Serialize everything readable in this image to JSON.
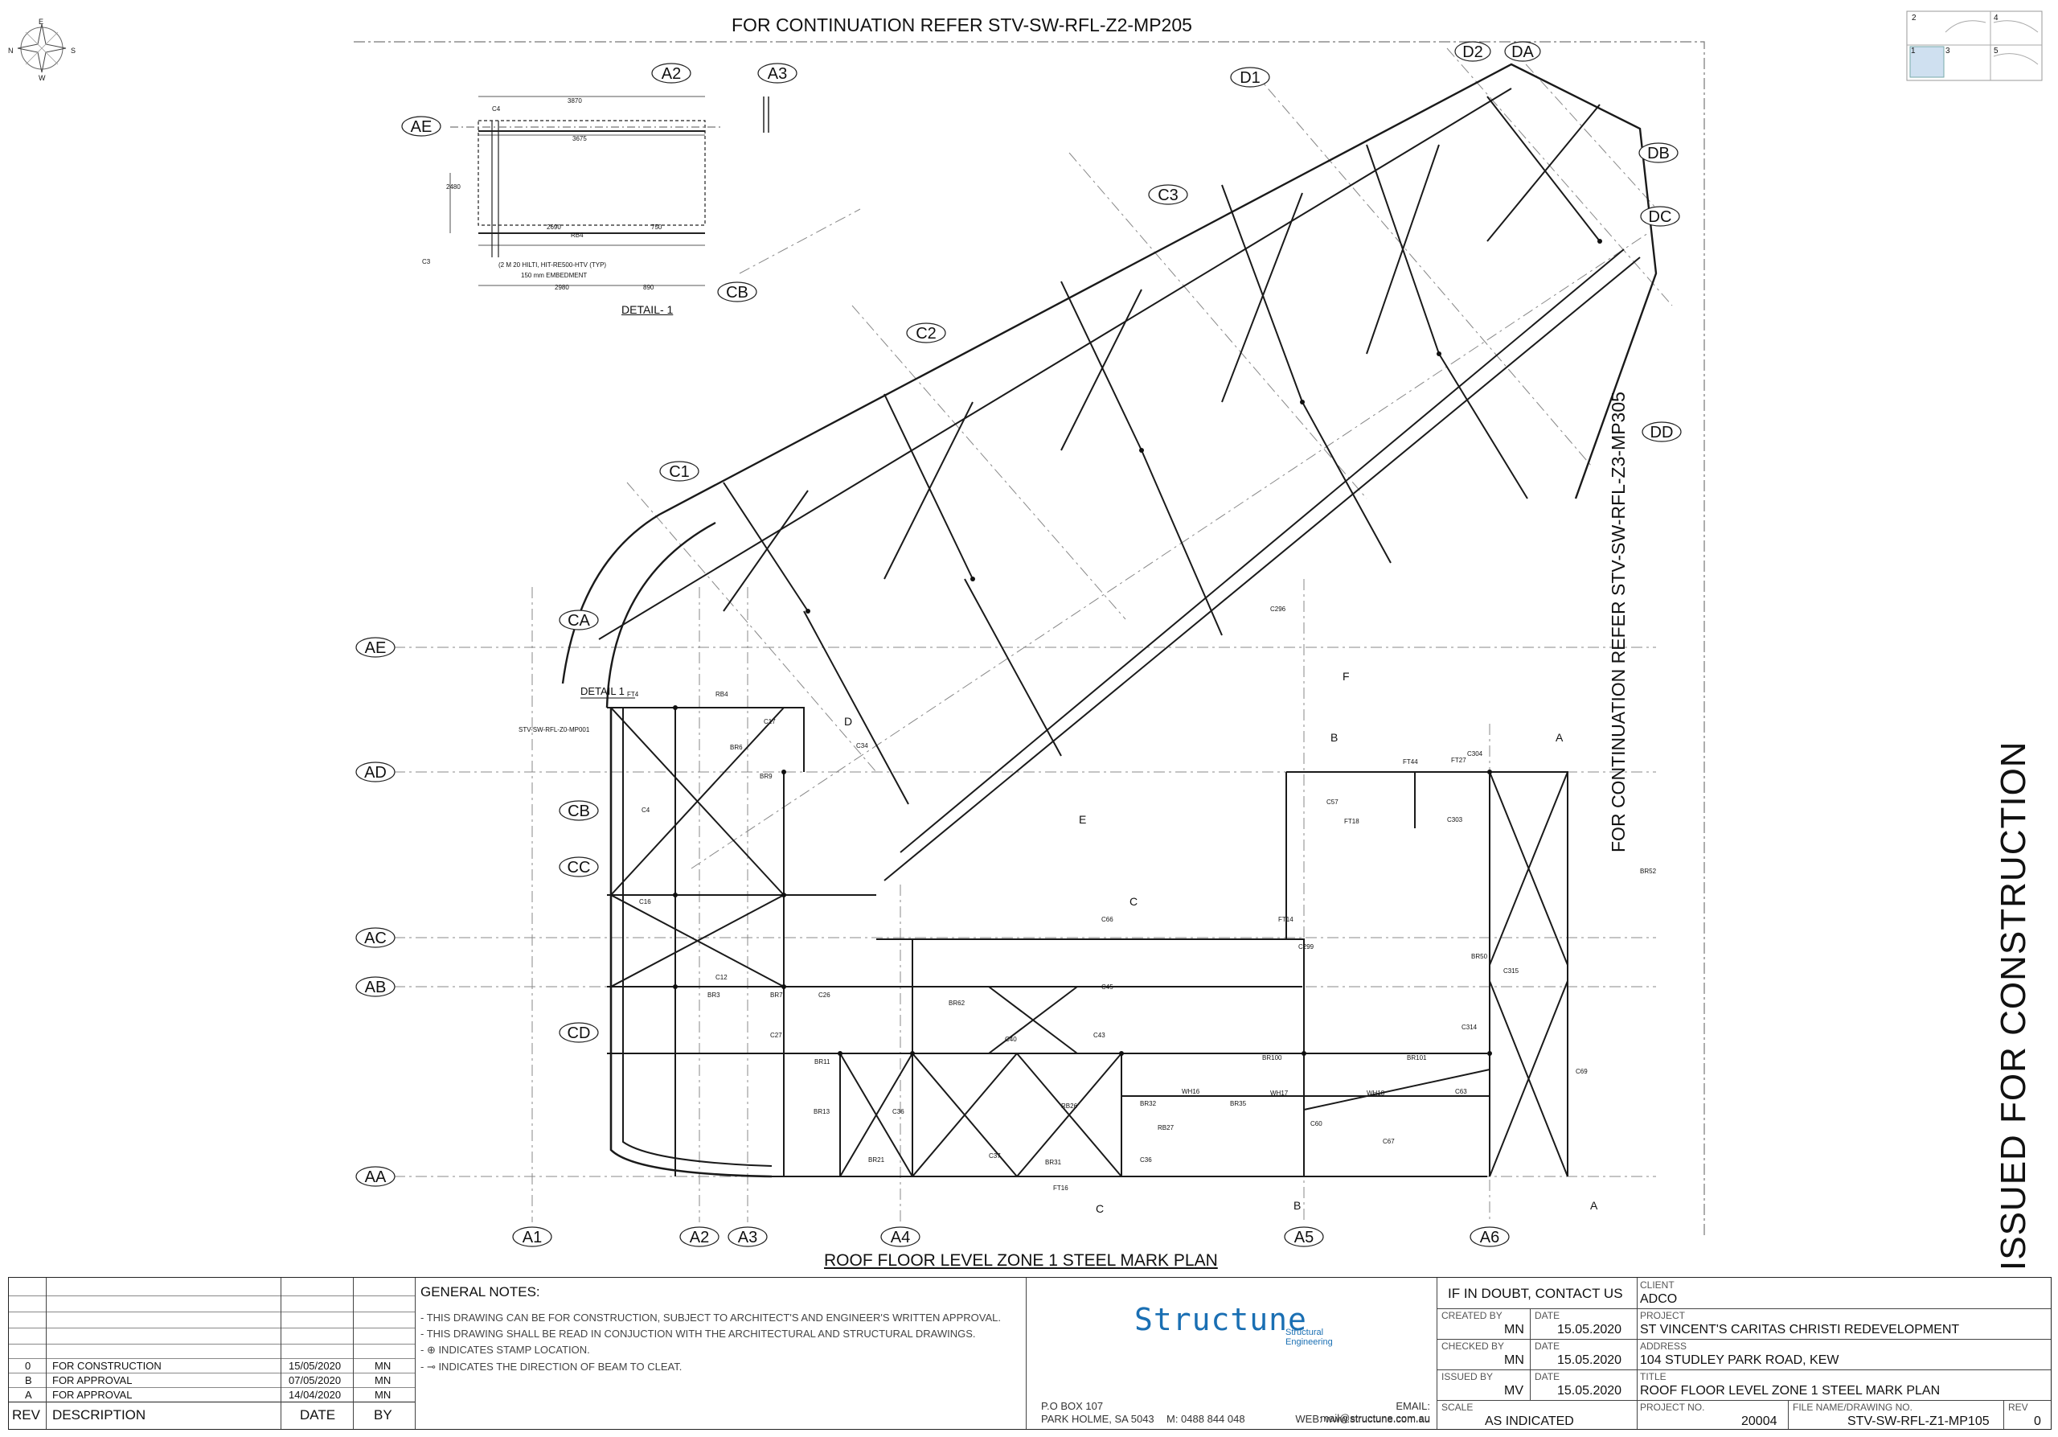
{
  "header": {
    "top_reference": "FOR CONTINUATION REFER STV-SW-RFL-Z2-MP205",
    "side_reference": "FOR CONTINUATION REFER STV-SW-RFL-Z3-MP305",
    "issued_stamp": "ISSUED FOR CONSTRUCTION"
  },
  "plan": {
    "title": "ROOF FLOOR LEVEL ZONE 1 STEEL MARK PLAN",
    "detail_title": "DETAIL- 1",
    "detail_ref_label": "DETAIL 1",
    "detail_ref_sheet": "STV-SW-RFL-Z0-MP001",
    "detail_dims": [
      "3870",
      "3675",
      "2690",
      "750",
      "2980",
      "890",
      "2480"
    ],
    "detail_notes": [
      "C4",
      "RB4",
      "C3",
      "(2 M 20 HILTI, HIT-RE500-HTV (TYP)",
      "150 mm EMBEDMENT"
    ],
    "grid_left": [
      "AE",
      "AD",
      "AC",
      "AB",
      "AA"
    ],
    "grid_curve": [
      "CA",
      "CB",
      "CC",
      "CD"
    ],
    "grid_bottom": [
      "A1",
      "A2",
      "A3",
      "A4",
      "A5",
      "A6"
    ],
    "grid_top": [
      "A2",
      "A3"
    ],
    "grid_diag": [
      "C1",
      "C2",
      "C3",
      "CB",
      "D1",
      "D2",
      "DA",
      "DB",
      "DC",
      "DD"
    ],
    "section_marks": [
      "B",
      "A",
      "C",
      "D",
      "E",
      "F"
    ],
    "member_labels": [
      "FT4",
      "RB4",
      "C17",
      "C34",
      "BR6",
      "BR9",
      "C4",
      "C16",
      "C12",
      "BR3",
      "BR7",
      "C27",
      "C26",
      "BR11",
      "BR13",
      "BR21",
      "C36",
      "C37",
      "C40",
      "C43",
      "BR31",
      "BR32",
      "BR35",
      "C36",
      "C45",
      "BR100",
      "BR101",
      "C57",
      "C60",
      "C63",
      "C66",
      "FT14",
      "FT16",
      "FT18",
      "FT27",
      "FT44",
      "C303",
      "C304",
      "C314",
      "C315",
      "BR50",
      "BR52",
      "RB26",
      "RB27",
      "WH16",
      "WH17",
      "WH18",
      "C67",
      "C69",
      "BR62",
      "C296",
      "C299"
    ]
  },
  "title_block": {
    "revisions": [
      {
        "rev": "0",
        "description": "FOR CONSTRUCTION",
        "date": "15/05/2020",
        "by": "MN"
      },
      {
        "rev": "B",
        "description": "FOR APPROVAL",
        "date": "07/05/2020",
        "by": "MN"
      },
      {
        "rev": "A",
        "description": "FOR APPROVAL",
        "date": "14/04/2020",
        "by": "MN"
      }
    ],
    "rev_headers": {
      "rev": "REV",
      "description": "DESCRIPTION",
      "date": "DATE",
      "by": "BY"
    },
    "general_notes_heading": "GENERAL NOTES:",
    "notes": [
      "- THIS DRAWING CAN BE FOR CONSTRUCTION, SUBJECT TO ARCHITECT'S AND ENGINEER'S WRITTEN APPROVAL.",
      "- THIS DRAWING SHALL BE READ IN CONJUCTION WITH THE ARCHITECTURAL AND STRUCTURAL DRAWINGS.",
      "- ⊕ INDICATES STAMP LOCATION.",
      "- ⊸ INDICATES THE DIRECTION OF BEAM TO CLEAT."
    ],
    "company": {
      "logo_text": "Structune",
      "logo_sub1": "Structural",
      "logo_sub2": "Engineering",
      "po_box": "P.O BOX 107",
      "address": "PARK HOLME, SA 5043",
      "mobile": "M:   0488 844 048",
      "email": "EMAIL: mail@structune.com.au",
      "web": "WEB: www.structune.com.au"
    },
    "if_in_doubt": "IF IN DOUBT, CONTACT US",
    "created_by_label": "CREATED BY",
    "created_by": "MN",
    "checked_by_label": "CHECKED BY",
    "checked_by": "MN",
    "issued_by_label": "ISSUED BY",
    "issued_by": "MV",
    "date_label": "DATE",
    "date": "15.05.2020",
    "scale_label": "SCALE",
    "scale": "AS INDICATED",
    "client_label": "CLIENT",
    "client": "ADCO",
    "project_label": "PROJECT",
    "project": "ST VINCENT'S CARITAS CHRISTI REDEVELOPMENT",
    "address_label": "ADDRESS",
    "address": "104 STUDLEY PARK ROAD, KEW",
    "title_label": "TITLE",
    "title": "ROOF FLOOR LEVEL ZONE 1 STEEL MARK PLAN",
    "project_no_label": "PROJECT NO.",
    "project_no": "20004",
    "file_label": "FILE NAME/DRAWING NO.",
    "file_no": "STV-SW-RFL-Z1-MP105",
    "rev_label": "REV",
    "rev": "0"
  },
  "key_plan": {
    "zones": [
      "1",
      "2",
      "3",
      "4",
      "5"
    ]
  },
  "compass": {
    "points": [
      "N",
      "S",
      "E",
      "W"
    ]
  }
}
